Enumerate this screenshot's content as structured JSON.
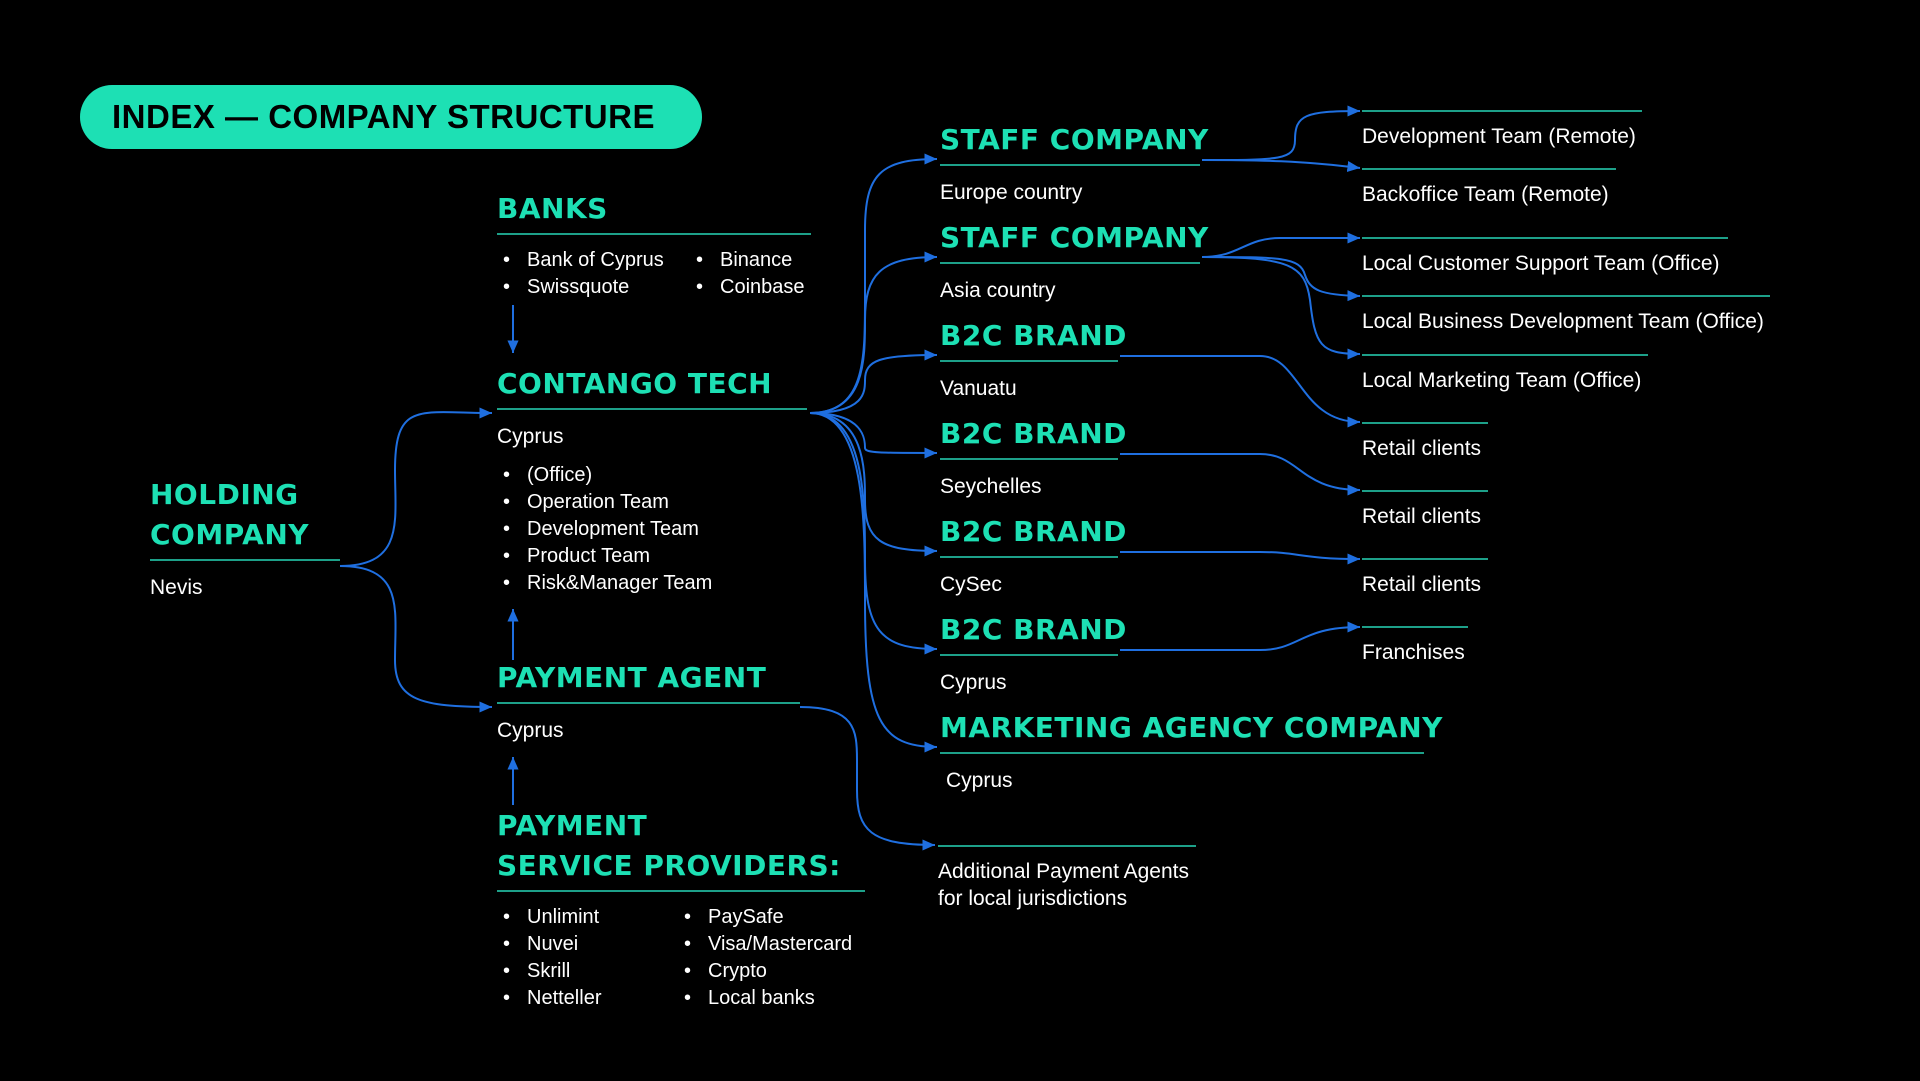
{
  "title": "INDEX — COMPANY STRUCTURE",
  "colors": {
    "accent": "#1de0b4",
    "rule": "#1da089",
    "connector": "#1f6fe0",
    "background": "#000000"
  },
  "holding": {
    "title_line1": "HOLDING",
    "title_line2": "COMPANY",
    "location": "Nevis"
  },
  "banks": {
    "title": "BANKS",
    "col1": [
      "Bank of Cyprus",
      "Swissquote"
    ],
    "col2": [
      "Binance",
      "Coinbase"
    ]
  },
  "contango": {
    "title": "CONTANGO TECH",
    "location": "Cyprus",
    "items": [
      "(Office)",
      "Operation Team",
      "Development Team",
      "Product Team",
      "Risk&Manager Team"
    ]
  },
  "payment_agent": {
    "title": "PAYMENT AGENT",
    "location": "Cyprus"
  },
  "psp": {
    "title_line1": "PAYMENT",
    "title_line2": "SERVICE PROVIDERS:",
    "col1": [
      "Unlimint",
      "Nuvei",
      "Skrill",
      "Netteller"
    ],
    "col2": [
      "PaySafe",
      "Visa/Mastercard",
      "Crypto",
      "Local banks"
    ]
  },
  "subsidiaries": [
    {
      "title": "STAFF COMPANY",
      "location": "Europe country"
    },
    {
      "title": "STAFF COMPANY",
      "location": "Asia country"
    },
    {
      "title": "B2C BRAND",
      "location": "Vanuatu"
    },
    {
      "title": "B2C BRAND",
      "location": "Seychelles"
    },
    {
      "title": "B2C BRAND",
      "location": "CySec"
    },
    {
      "title": "B2C BRAND",
      "location": "Cyprus"
    },
    {
      "title": "MARKETING AGENCY COMPANY",
      "location": "Cyprus"
    }
  ],
  "additional_agents": {
    "line1": "Additional Payment Agents",
    "line2": "for local jurisdictions"
  },
  "leaves": [
    "Development Team (Remote)",
    "Backoffice Team (Remote)",
    "Local Customer Support Team (Office)",
    "Local Business Development Team (Office)",
    "Local Marketing Team (Office)",
    "Retail clients",
    "Retail clients",
    "Retail clients",
    "Franchises"
  ]
}
